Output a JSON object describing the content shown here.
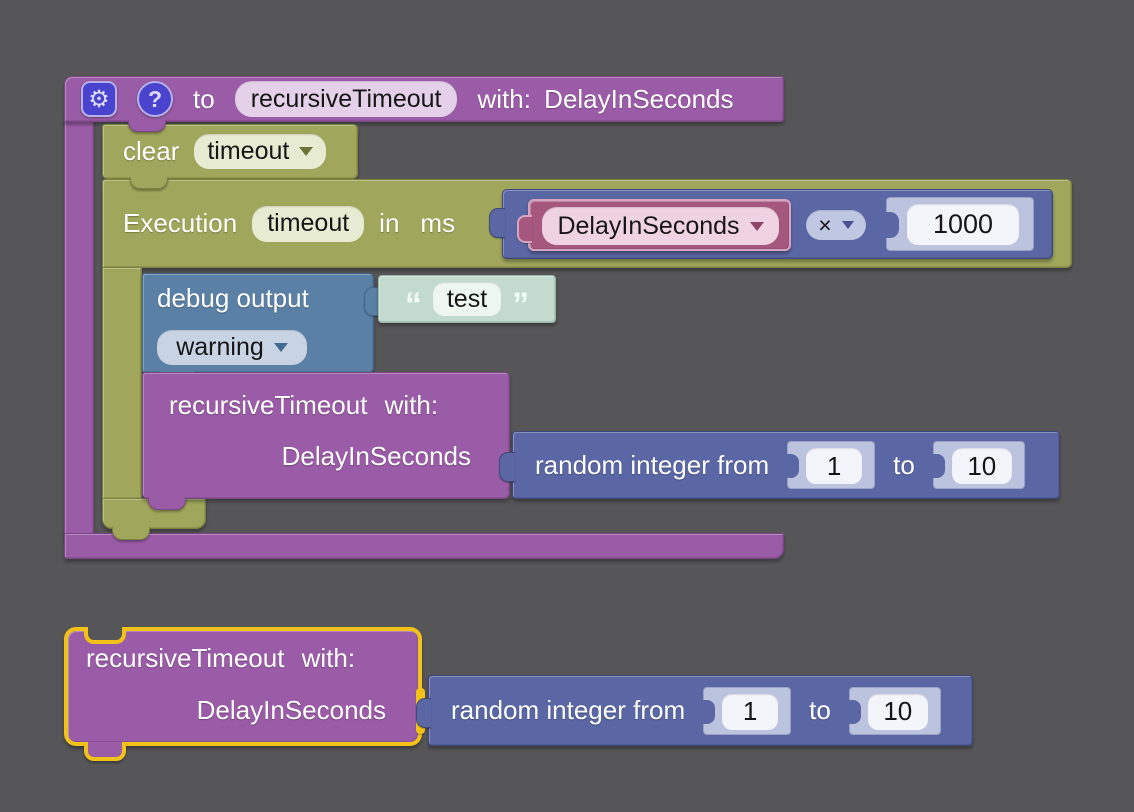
{
  "workspace": {
    "background": "#565659"
  },
  "colors": {
    "procedure_purple": "#9a5ca6",
    "timeout_olive": "#a0a65b",
    "debug_steel_blue": "#5b80a5",
    "math_blue": "#5b67a5",
    "variable_pink": "#a5577e",
    "string_mint": "#c2dbce",
    "shadow_field": "#bcc3de",
    "selection_gold": "#f2c218",
    "icon_blue": "#4a43cd"
  },
  "definition_block": {
    "mutator_icon_glyph": "⚙",
    "help_icon_glyph": "?",
    "prefix_label": "to",
    "name_field_value": "recursiveTimeout",
    "params_label": "with: DelayInSeconds"
  },
  "clear_timeout_block": {
    "label": "clear",
    "timeout_dropdown_value": "timeout"
  },
  "execution_block": {
    "label_execution": "Execution",
    "timeout_field_value": "timeout",
    "label_in": "in",
    "label_ms": "ms"
  },
  "multiply_block": {
    "variable_dropdown_value": "DelayInSeconds",
    "operator_dropdown_value": "×",
    "number_value": "1000"
  },
  "debug_block": {
    "label": "debug output",
    "severity_dropdown_value": "warning"
  },
  "string_block": {
    "quote_open": "“",
    "quote_close": "”",
    "text_value": "test"
  },
  "call_block": {
    "line1": "recursiveTimeout with:",
    "line2_param": "DelayInSeconds"
  },
  "random_block": {
    "label": "random integer from",
    "from_value": "1",
    "label_to": "to",
    "to_value": "10"
  }
}
